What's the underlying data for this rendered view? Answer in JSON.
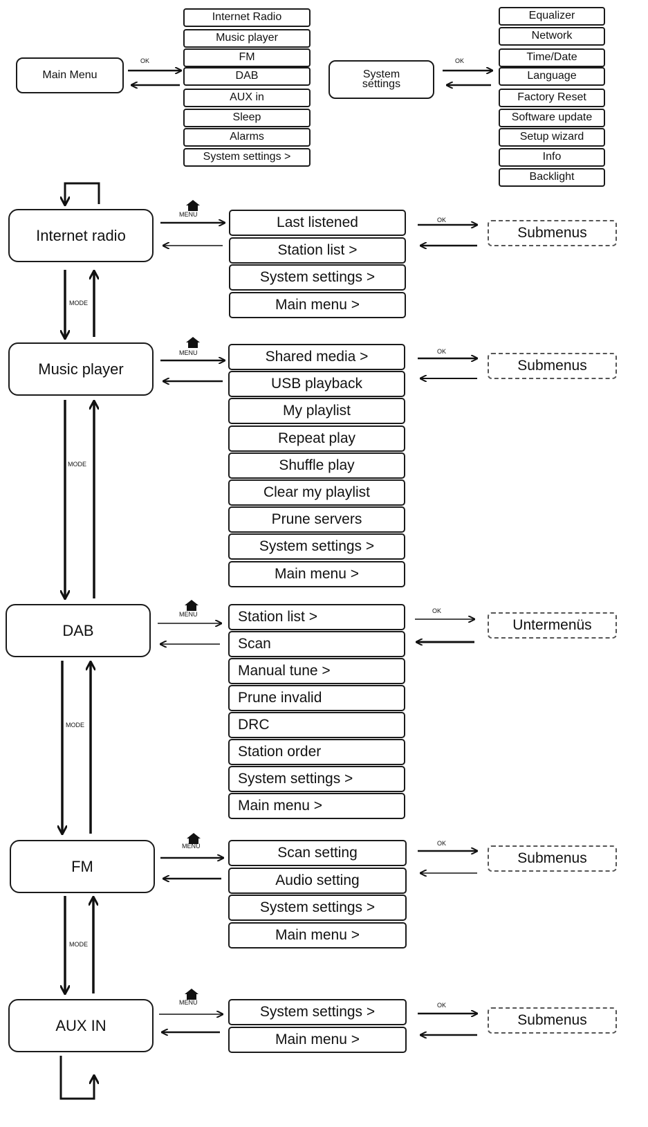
{
  "top": {
    "main_menu": {
      "title": "Main Menu",
      "ok_label": "OK",
      "items": [
        "Internet Radio",
        "Music player",
        "FM",
        "DAB",
        "AUX in",
        "Sleep",
        "Alarms",
        "System settings >"
      ]
    },
    "system_settings": {
      "title": "System settings",
      "ok_label": "OK",
      "items": [
        "Equalizer",
        "Network",
        "Time/Date",
        "Language",
        "Factory Reset",
        "Software update",
        "Setup wizard",
        "Info",
        "Backlight"
      ]
    }
  },
  "modes": [
    {
      "name": "Internet radio",
      "menu_label": "MENU",
      "ok_label": "OK",
      "submenu": "Submenus",
      "items": [
        "Last listened",
        "Station list >",
        "System settings >",
        "Main menu >"
      ]
    },
    {
      "name": "Music player",
      "menu_label": "MENU",
      "ok_label": "OK",
      "submenu": "Submenus",
      "items": [
        "Shared media >",
        "USB playback",
        "My playlist",
        "Repeat play",
        "Shuffle play",
        "Clear my playlist",
        "Prune servers",
        "System settings >",
        "Main menu >"
      ]
    },
    {
      "name": "DAB",
      "menu_label": "MENU",
      "ok_label": "OK",
      "submenu": "Untermenüs",
      "items": [
        "Station list  >",
        "Scan",
        "Manual tune  >",
        "Prune invalid",
        "DRC",
        "Station order",
        "System settings  >",
        "Main menu  >"
      ]
    },
    {
      "name": "FM",
      "menu_label": "MENU",
      "ok_label": "OK",
      "submenu": "Submenus",
      "items": [
        "Scan setting",
        "Audio setting",
        "System settings >",
        "Main menu >"
      ]
    },
    {
      "name": "AUX IN",
      "menu_label": "MENU",
      "ok_label": "OK",
      "submenu": "Submenus",
      "items": [
        "System settings >",
        "Main menu >"
      ]
    }
  ],
  "mode_label": "MODE"
}
